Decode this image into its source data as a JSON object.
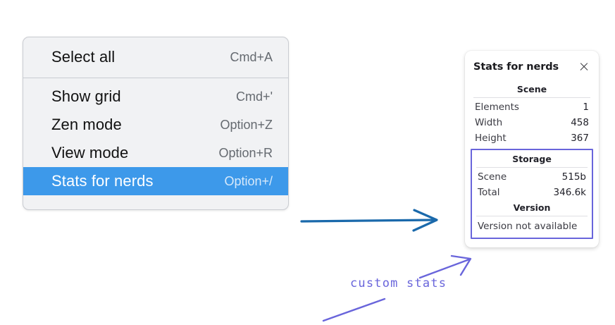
{
  "context_menu": {
    "name": "canvas-context-menu",
    "groups": [
      {
        "items": [
          {
            "label": "Select all",
            "shortcut": "Cmd+A",
            "selected": false
          }
        ]
      },
      {
        "items": [
          {
            "label": "Show grid",
            "shortcut": "Cmd+'",
            "selected": false
          },
          {
            "label": "Zen mode",
            "shortcut": "Option+Z",
            "selected": false
          },
          {
            "label": "View mode",
            "shortcut": "Option+R",
            "selected": false
          },
          {
            "label": "Stats for nerds",
            "shortcut": "Option+/",
            "selected": true
          }
        ]
      }
    ],
    "highlight_color": "#3d99ea",
    "background_color": "#f1f2f4"
  },
  "stats_panel": {
    "title": "Stats for nerds",
    "close_icon": "close-icon",
    "scene": {
      "heading": "Scene",
      "rows": [
        {
          "key": "Elements",
          "value": "1"
        },
        {
          "key": "Width",
          "value": "458"
        },
        {
          "key": "Height",
          "value": "367"
        }
      ]
    },
    "storage": {
      "heading": "Storage",
      "rows": [
        {
          "key": "Scene",
          "value": "515b"
        },
        {
          "key": "Total",
          "value": "346.6k"
        }
      ]
    },
    "version": {
      "heading": "Version",
      "text": "Version not available"
    },
    "highlight_border_color": "#6965db"
  },
  "annotations": {
    "custom_stats_label": "custom stats",
    "arrow_blue_color": "#1a69ab",
    "arrow_purple_color": "#6965db"
  }
}
